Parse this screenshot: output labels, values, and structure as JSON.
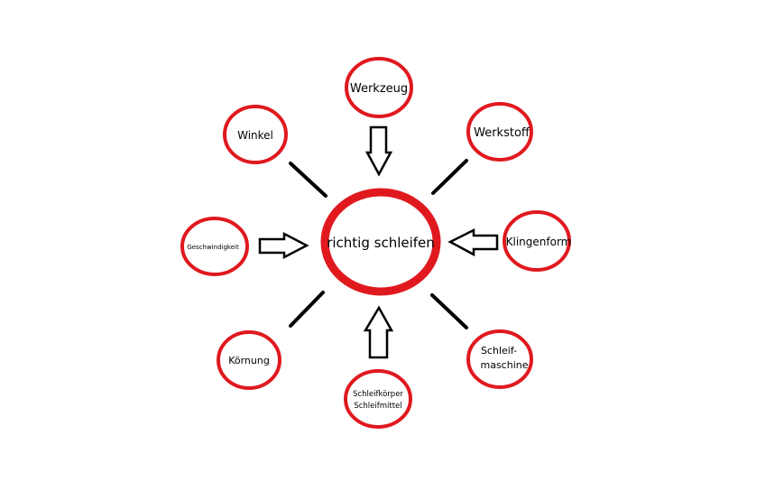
{
  "colors": {
    "ring": "#e0191f",
    "ink": "#000000",
    "arrow_fill": "#ffffff"
  },
  "center": {
    "label": "richtig schleifen"
  },
  "nodes": {
    "werkzeug": {
      "label": "Werkzeug"
    },
    "werkstoff": {
      "label": "Werkstoff"
    },
    "winkel": {
      "label": "Winkel"
    },
    "klingenform": {
      "label": "Klingenform"
    },
    "geschwindigkeit": {
      "label": "Geschwindigkeit"
    },
    "koernung": {
      "label": "Körnung"
    },
    "schleifmaschine": {
      "lines": [
        "Schleif-",
        "maschine"
      ]
    },
    "schleifkoerper": {
      "lines": [
        "Schleifkörper",
        "Schleifmittel"
      ]
    }
  }
}
